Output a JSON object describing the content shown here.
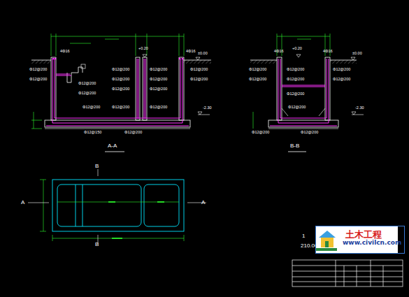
{
  "diagram": {
    "nodes": [
      {
        "text": [
          "土木工程",
          "www.civilcn.com"
        ]
      }
    ],
    "labels": [
      "A-A",
      "B-B",
      "4Φ16",
      "4Φ16",
      "+0.20",
      "±0.00",
      "Φ12@200",
      "Φ12@200",
      "Φ12@200",
      "Φ12@200",
      "Φ12@200",
      "Φ12@200",
      "Φ12@200",
      "Φ12@200",
      "Φ12@200",
      "Φ12@200",
      "Φ12@200",
      "Φ12@200",
      "Φ12@200",
      "Φ12@200",
      "Φ12@200",
      "Φ12@150",
      "Φ12@200",
      "-2.30",
      "4Φ16",
      "4Φ16",
      "+0.20",
      "±0.00",
      "Φ12@200",
      "Φ12@200",
      "Φ12@200",
      "Φ12@200",
      "Φ12@200",
      "Φ12@200",
      "Φ12@200",
      "-2.30",
      "Φ12@200",
      "Φ12@200",
      "Φ12@200",
      "A",
      "A",
      "B",
      "B",
      "1",
      "210.00"
    ]
  }
}
